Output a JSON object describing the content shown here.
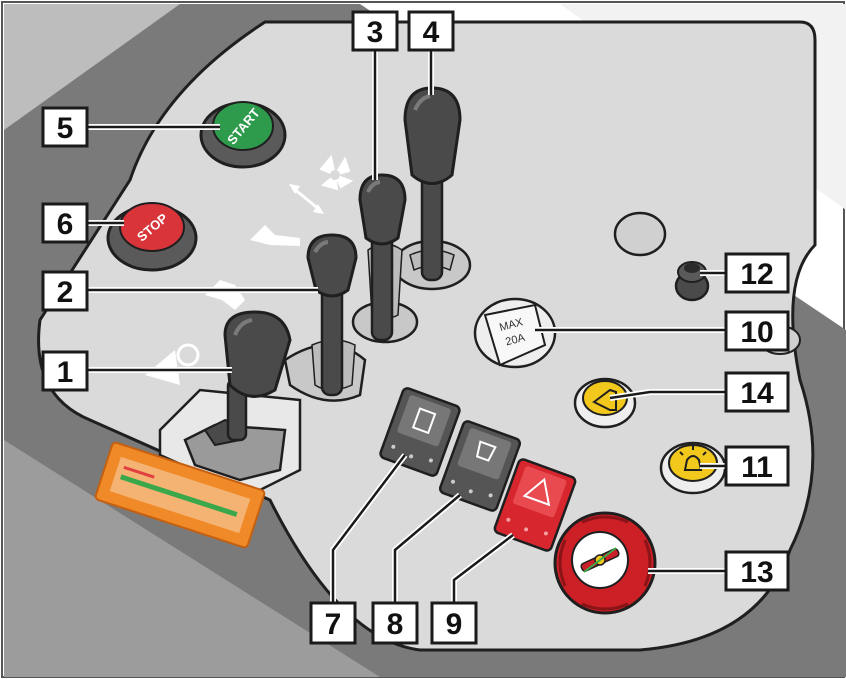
{
  "buttons": {
    "start_label": "START",
    "stop_label": "STOP"
  },
  "fuse": {
    "line1": "MAX",
    "line2": "20A"
  },
  "callouts": [
    "1",
    "2",
    "3",
    "4",
    "5",
    "6",
    "7",
    "8",
    "9",
    "10",
    "11",
    "12",
    "13",
    "14"
  ],
  "colors": {
    "panel": "#dadada",
    "background_dark": "#737373",
    "start_green": "#2e9a4c",
    "stop_red": "#d8343a",
    "rocker_red": "#d8262e",
    "yellow_button": "#f2c81c",
    "master_switch_red": "#cc1f26",
    "warning_label_orange": "#f08a28"
  }
}
